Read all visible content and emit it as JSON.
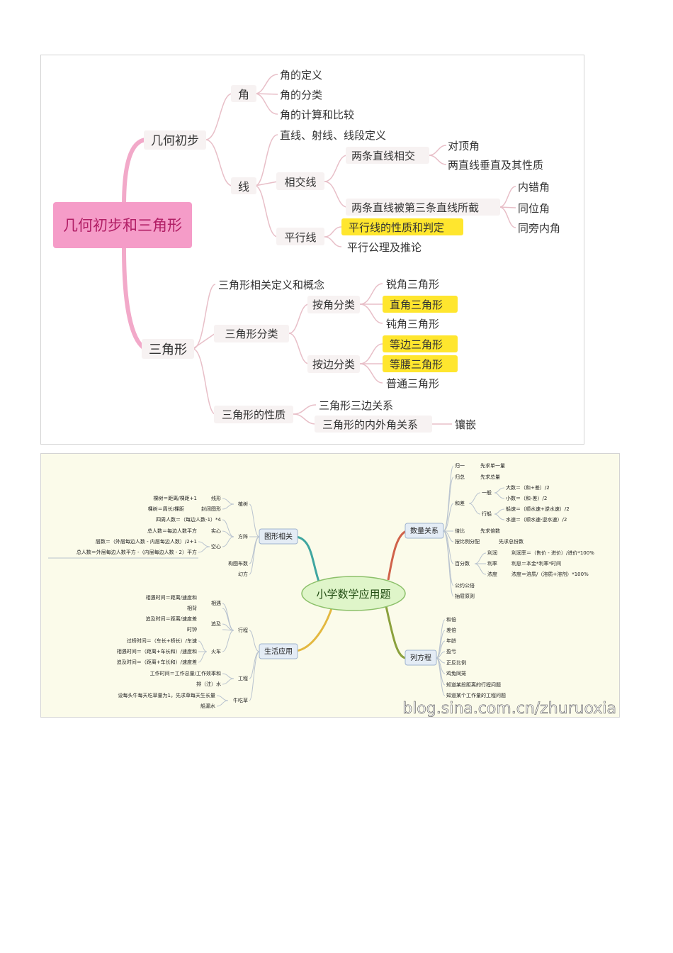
{
  "map1": {
    "root": "几何初步和三角形",
    "colors": {
      "root_fill": "#f59cc8",
      "root_text": "#b21f66",
      "branch": "#f2a9c9",
      "line": "#e8bfc8",
      "node_fill": "#f7f2f2",
      "highlight": "#ffe62e",
      "text": "#333333"
    },
    "geometry": {
      "label": "几何初步",
      "angle": {
        "label": "角",
        "items": [
          "角的定义",
          "角的分类",
          "角的计算和比较"
        ]
      },
      "line": {
        "label": "线",
        "definition": "直线、射线、线段定义",
        "intersecting": {
          "label": "相交线",
          "two_lines": {
            "label": "两条直线相交",
            "items": [
              "对顶角",
              "两直线垂直及其性质"
            ]
          },
          "third_line": {
            "label": "两条直线被第三条直线所截",
            "items": [
              "内错角",
              "同位角",
              "同旁内角"
            ]
          }
        },
        "parallel": {
          "label": "平行线",
          "items": [
            "平行线的性质和判定",
            "平行公理及推论"
          ]
        }
      }
    },
    "triangle": {
      "label": "三角形",
      "concept": "三角形相关定义和概念",
      "classification": {
        "label": "三角形分类",
        "by_angle": {
          "label": "按角分类",
          "items": [
            "锐角三角形",
            "直角三角形",
            "钝角三角形"
          ]
        },
        "by_side": {
          "label": "按边分类",
          "items": [
            "等边三角形",
            "等腰三角形",
            "普通三角形"
          ]
        }
      },
      "properties": {
        "label": "三角形的性质",
        "items": [
          "三角形三边关系",
          "三角形的内外角关系"
        ],
        "tessellation": "镶嵌"
      }
    }
  },
  "map2": {
    "center": "小学数学应用题",
    "watermark": "blog.sina.com.cn/zhuruoxia",
    "colors": {
      "background": "#fbfbea",
      "center_fill": "#dff5c9",
      "center_border": "#8cc06a",
      "branch_box": "#e4ecf5",
      "branch_border": "#9fb4cf",
      "line": "#b9c3cf",
      "text": "#222222"
    },
    "branches": {
      "shapes": {
        "label": "图形相关",
        "tree": {
          "label": "植树",
          "linear": {
            "label": "线形",
            "formula": "棵树＝距离/棵距+1"
          },
          "closed": {
            "label": "封闭图形",
            "formula": "棵树＝周长/棵距"
          }
        },
        "square": {
          "label": "方阵",
          "outer": "四周人数＝（每边人数-1）*4",
          "solid": {
            "label": "实心",
            "formula": "总人数＝每边人数平方"
          },
          "hollow": {
            "label": "空心",
            "formulas": [
              "层数＝（外层每边人数 - 内层每边人数）/2+1",
              "总人数＝外层每边人数平方 -（内层每边人数 - 2）平方"
            ]
          }
        },
        "others": [
          "构图布数",
          "幻方"
        ]
      },
      "life": {
        "label": "生活应用",
        "travel": {
          "label": "行程",
          "meet": {
            "label": "相遇",
            "formula": "相遇时间＝距离/速度和"
          },
          "reverse": "相背",
          "chase": {
            "label": "追及",
            "formula": "追及时间＝距离/速度差"
          },
          "clock": "时钟",
          "train": {
            "label": "火车",
            "formulas": [
              "过桥时间＝（车长+桥长）/车速",
              "相遇时间＝（距离+车长和）/速度和",
              "追及时间＝（距离+车长和）/速度差"
            ]
          }
        },
        "work": {
          "label": "工程",
          "formula": "工作时间＝工作总量/工作效率和",
          "pipe": "排（注）水"
        },
        "grass": {
          "label": "牛吃草",
          "formula": "设每头牛每天吃草量为1，先求草每天生长量"
        },
        "leak": "船漏水"
      },
      "quantity": {
        "label": "数量关系",
        "unify": {
          "label": "归一",
          "method": "先求单一量"
        },
        "total": {
          "label": "归总",
          "method": "先求总量"
        },
        "sum_diff": {
          "label": "和差",
          "general": {
            "label": "一般",
            "formulas": [
              "大数＝（和+差）/2",
              "小数＝（和-差）/2"
            ]
          },
          "boat": {
            "label": "行船",
            "formulas": [
              "船速＝（顺水速+逆水速）/2",
              "水速＝（顺水速-逆水速）/2"
            ]
          }
        },
        "multiple": {
          "label": "倍比",
          "method": "先求倍数"
        },
        "proportion": {
          "label": "按比例分配",
          "method": "先求总份数"
        },
        "percent": {
          "label": "百分数",
          "profit": {
            "label": "利润",
            "formula": "利润率＝（售价 - 进价）/进价*100%"
          },
          "interest": {
            "label": "利率",
            "formula": "利息＝本金*利率*时间"
          },
          "concentration": {
            "label": "浓度",
            "formula": "浓度＝溶质/（溶质+溶剂）*100%"
          }
        },
        "formulas": "公约公倍",
        "drawer": "抽屉原则"
      },
      "equation": {
        "label": "列方程",
        "items": [
          "和倍",
          "差倍",
          "年龄",
          "盈亏",
          "正反比例",
          "鸡兔同笼",
          "知道某段距离的行程问题",
          "知道某个工作量的工程问题"
        ]
      }
    }
  }
}
